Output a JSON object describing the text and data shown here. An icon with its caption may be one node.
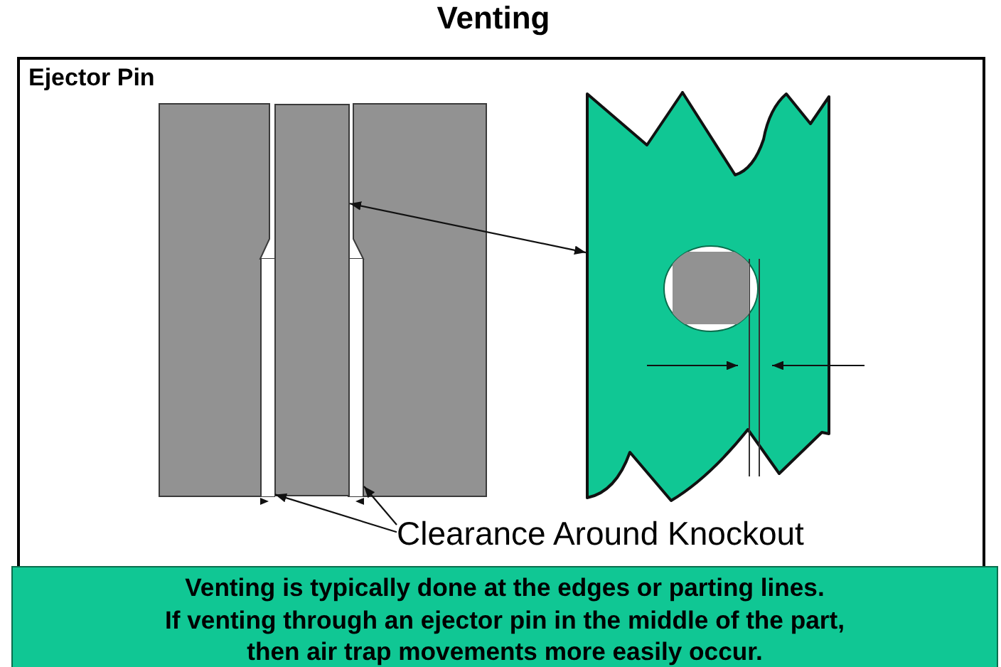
{
  "diagram": {
    "title": "Venting",
    "nodes": [
      {
        "text": [
          "Ejector Pin"
        ]
      },
      {
        "text": [],
        "shape": "box",
        "in": 0
      },
      {
        "text": [],
        "shape": "picture",
        "in": 0
      },
      {
        "text": [
          "Clearance Around Knockout"
        ],
        "in": 0
      },
      {
        "text": [],
        "shape": "bar",
        "in": 0
      },
      {
        "text": [],
        "shape": "bar",
        "in": 0
      },
      {
        "text": [
          "Venting is typically done at the edges or parting lines. If venting through an ejector pin in the middle of the part, then air trap movements more easily occur."
        ]
      }
    ],
    "edges": [
      {
        "from": 1,
        "to": 2,
        "arrow": "both"
      },
      {
        "from": 3,
        "to": 4,
        "arrow": "to"
      },
      {
        "from": 3,
        "to": 5,
        "arrow": "to"
      }
    ]
  }
}
